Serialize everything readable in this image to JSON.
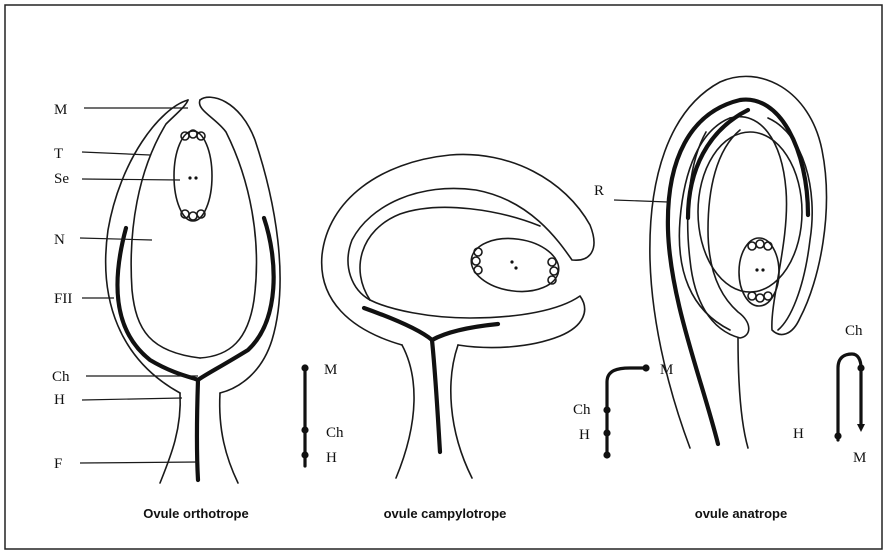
{
  "colors": {
    "ink": "#111111",
    "background": "#ffffff",
    "frame": "#222222"
  },
  "orthotrope": {
    "caption": "Ovule orthotrope",
    "labels": {
      "m": "M",
      "t": "T",
      "se": "Se",
      "n": "N",
      "fii": "FII",
      "ch": "Ch",
      "h": "H",
      "f": "F"
    },
    "schema": {
      "m": "M",
      "ch": "Ch",
      "h": "H"
    }
  },
  "campylotrope": {
    "caption": "ovule campylotrope"
  },
  "anatrope": {
    "caption": "ovule anatrope",
    "labels": {
      "r": "R"
    },
    "schema_left": {
      "m": "M",
      "ch": "Ch",
      "h": "H"
    },
    "schema_right": {
      "ch": "Ch",
      "h": "H",
      "m": "M"
    }
  }
}
